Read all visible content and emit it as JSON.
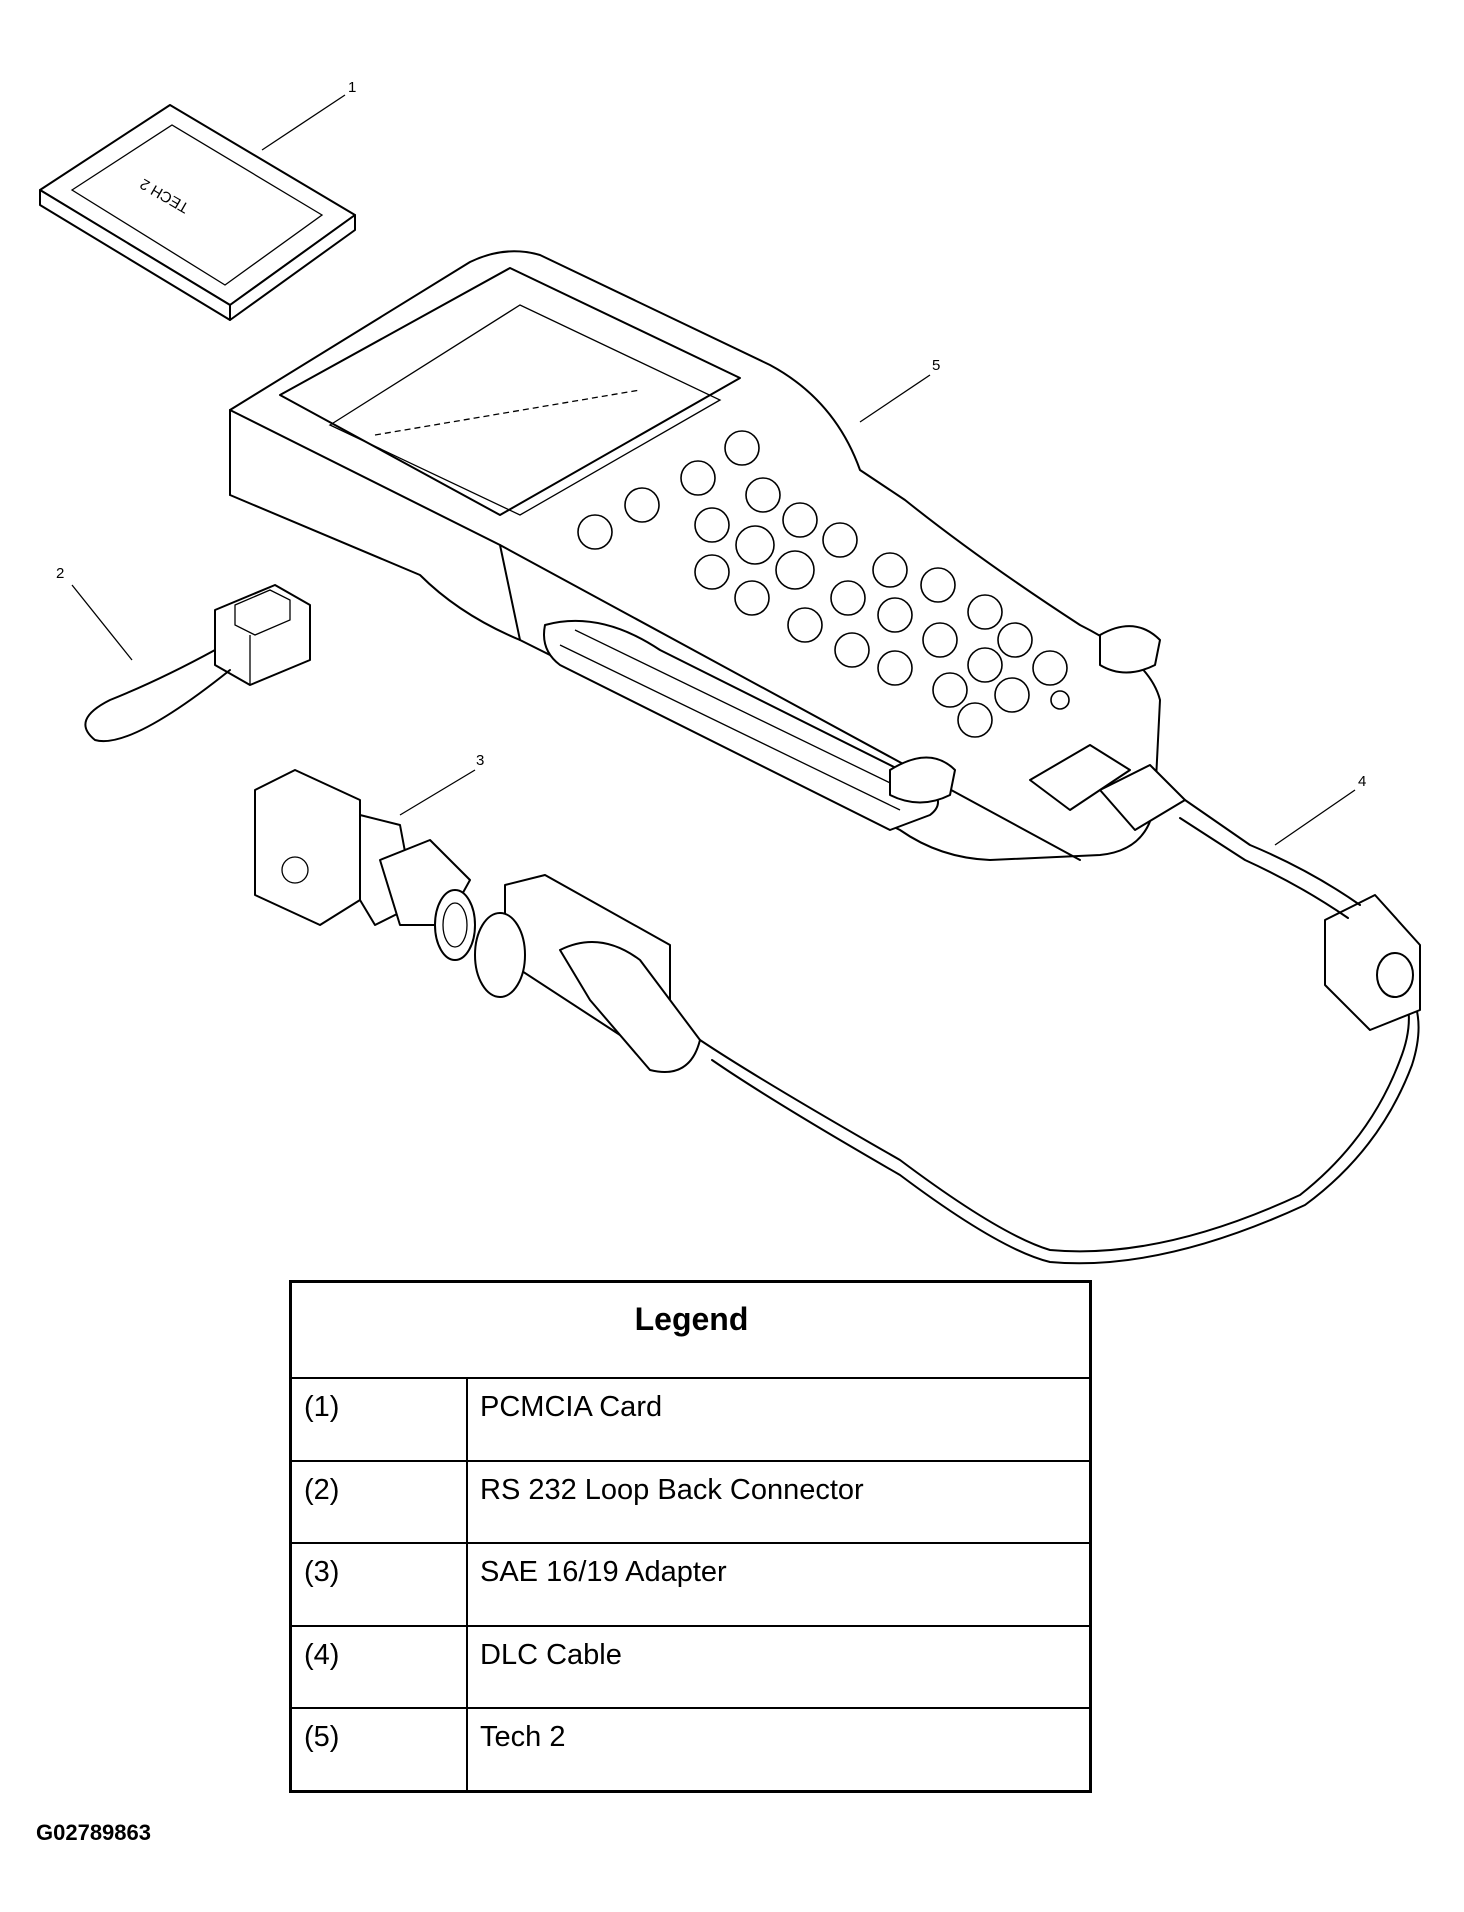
{
  "callouts": [
    "1",
    "2",
    "3",
    "4",
    "5"
  ],
  "card_label": "TECH 2",
  "legend": {
    "title": "Legend",
    "rows": [
      {
        "num": "(1)",
        "label": "PCMCIA Card"
      },
      {
        "num": "(2)",
        "label": "RS 232 Loop Back Connector"
      },
      {
        "num": "(3)",
        "label": "SAE 16/19 Adapter"
      },
      {
        "num": "(4)",
        "label": "DLC Cable"
      },
      {
        "num": "(5)",
        "label": "Tech 2"
      }
    ]
  },
  "figure_id": "G02789863"
}
